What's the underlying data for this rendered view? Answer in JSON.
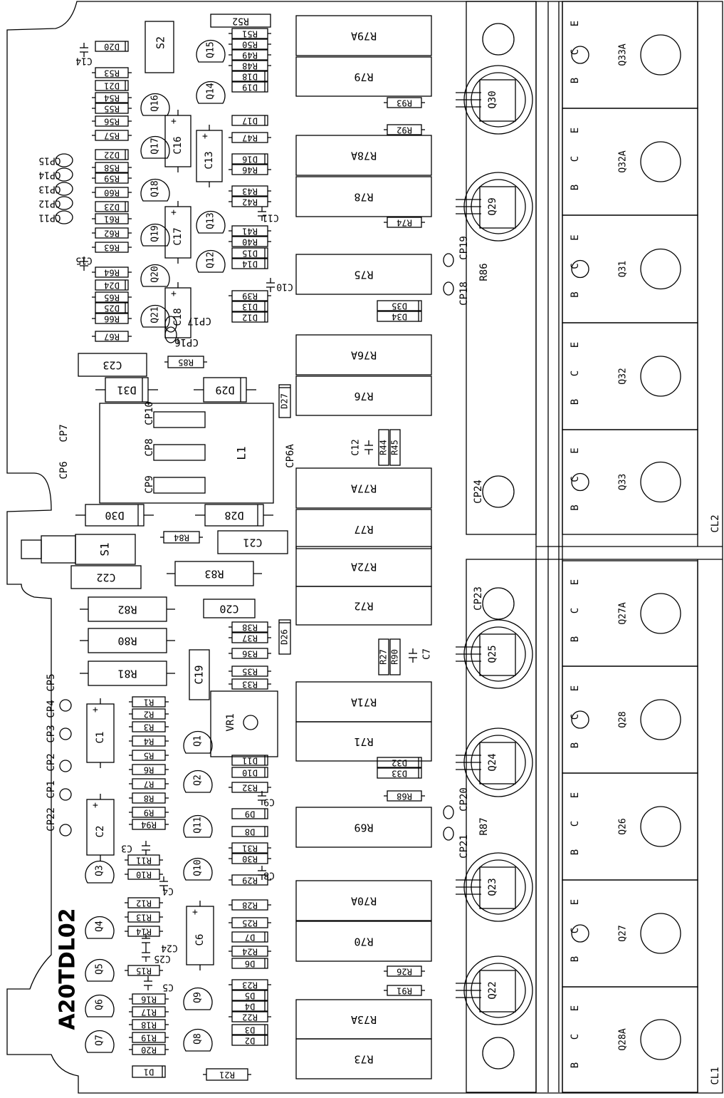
{
  "board_name": "A20TDL02",
  "small_resistors": [
    "R52",
    "R51",
    "R50",
    "R49",
    "R48",
    "R53",
    "R54",
    "R55",
    "R56",
    "R57",
    "R58",
    "R59",
    "R60",
    "R61",
    "R62",
    "R63",
    "R64",
    "R65",
    "R66",
    "R67",
    "R47",
    "R46",
    "R43",
    "R42",
    "R41",
    "R40",
    "R39",
    "R93",
    "R92",
    "R74",
    "R85",
    "R84",
    "R44",
    "R45",
    "R38",
    "R37",
    "R36",
    "R35",
    "R33",
    "R27",
    "R90",
    "R1",
    "R2",
    "R3",
    "R4",
    "R5",
    "R6",
    "R7",
    "R8",
    "R9",
    "R94",
    "R11",
    "R10",
    "R12",
    "R13",
    "R14",
    "R15",
    "R16",
    "R17",
    "R18",
    "R19",
    "R20",
    "R32",
    "R31",
    "R30",
    "R29",
    "R28",
    "R25",
    "R24",
    "R23",
    "R22",
    "R68",
    "R26",
    "R91",
    "R21"
  ],
  "large_resistors": [
    "R79A",
    "R79",
    "R78A",
    "R78",
    "R75",
    "R76A",
    "R76",
    "R77A",
    "R77",
    "R72A",
    "R72",
    "R71A",
    "R71",
    "R69",
    "R70A",
    "R70",
    "R73A",
    "R73"
  ],
  "medium_resistors": [
    "R83",
    "R82",
    "R80",
    "R81"
  ],
  "diodes": [
    "D20",
    "D21",
    "D22",
    "D23",
    "D24",
    "D25",
    "D26",
    "D18",
    "D19",
    "D17",
    "D16",
    "D15",
    "D14",
    "D13",
    "D12",
    "D35",
    "D34",
    "D31",
    "D29",
    "D27",
    "D30",
    "D28",
    "D11",
    "D10",
    "D9",
    "D8",
    "D7",
    "D6",
    "D5",
    "D4",
    "D3",
    "D2",
    "D1",
    "D32",
    "D33"
  ],
  "capacitors_film": [
    "C23",
    "C21",
    "C22",
    "C20",
    "C19"
  ],
  "capacitors_elec": [
    "S2",
    "C16",
    "C13",
    "C17",
    "C18",
    "C1",
    "C2",
    "C6"
  ],
  "capacitors_small": [
    "C14",
    "C15",
    "C11",
    "C10",
    "C12",
    "C7",
    "C3",
    "C4",
    "C24",
    "C25",
    "C5",
    "C9",
    "C8"
  ],
  "transistors_small": [
    "Q15",
    "Q14",
    "Q16",
    "Q17",
    "Q18",
    "Q13",
    "Q19",
    "Q12",
    "Q20",
    "Q21",
    "Q1",
    "Q2",
    "Q11",
    "Q10",
    "Q3",
    "Q4",
    "Q5",
    "Q6",
    "Q7",
    "Q8",
    "Q9"
  ],
  "power_transistors_heatsink": [
    "Q30",
    "Q29",
    "Q25",
    "Q24",
    "Q23",
    "Q22"
  ],
  "power_transistors_col": [
    "Q33A",
    "Q32A",
    "Q31",
    "Q32",
    "Q33",
    "Q27A",
    "Q28",
    "Q26",
    "Q27",
    "Q28A"
  ],
  "pin_letters": [
    "E",
    "C",
    "B"
  ],
  "test_points": [
    "CP15",
    "CP14",
    "CP13",
    "CP12",
    "CP11",
    "CP17",
    "CP16",
    "CP10",
    "CP8",
    "CP9",
    "CP7",
    "CP6",
    "CP6A",
    "CP19",
    "CP18",
    "R86",
    "CP24",
    "CP23",
    "CP20",
    "CP21",
    "R87",
    "CP22",
    "CP1",
    "CP2",
    "CP3",
    "CP4",
    "CP5"
  ],
  "misc": [
    "L1",
    "S1",
    "VR1",
    "CL2",
    "CL1"
  ]
}
